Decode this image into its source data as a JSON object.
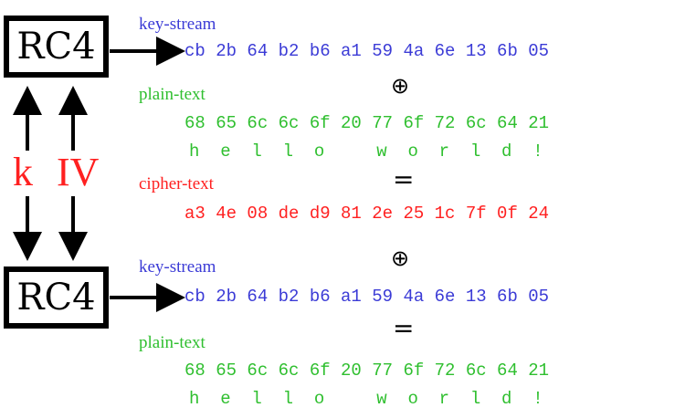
{
  "boxes": {
    "top": "RC4",
    "bottom": "RC4"
  },
  "inputs": {
    "k": "k",
    "iv": "IV"
  },
  "encryption": {
    "keystream_label": "key-stream",
    "keystream": "cb 2b 64 b2 b6 a1 59 4a 6e 13 6b 05",
    "xor": "⊕",
    "plaintext_label": "plain-text",
    "plaintext_hex": "68 65 6c 6c 6f 20 77 6f 72 6c 64 21",
    "plaintext_chars": "h  e  l  l  o     w  o  r  l  d  !",
    "equals": "=",
    "ciphertext_label": "cipher-text",
    "ciphertext": "a3 4e 08 de d9 81 2e 25 1c 7f 0f 24"
  },
  "decryption": {
    "xor": "⊕",
    "keystream_label": "key-stream",
    "keystream": "cb 2b 64 b2 b6 a1 59 4a 6e 13 6b 05",
    "equals": "=",
    "plaintext_label": "plain-text",
    "plaintext_hex": "68 65 6c 6c 6f 20 77 6f 72 6c 64 21",
    "plaintext_chars": "h  e  l  l  o     w  o  r  l  d  !"
  },
  "colors": {
    "keystream": "#3b3bd6",
    "plaintext": "#2fbf2f",
    "ciphertext": "#ff2020",
    "box": "#000000"
  }
}
